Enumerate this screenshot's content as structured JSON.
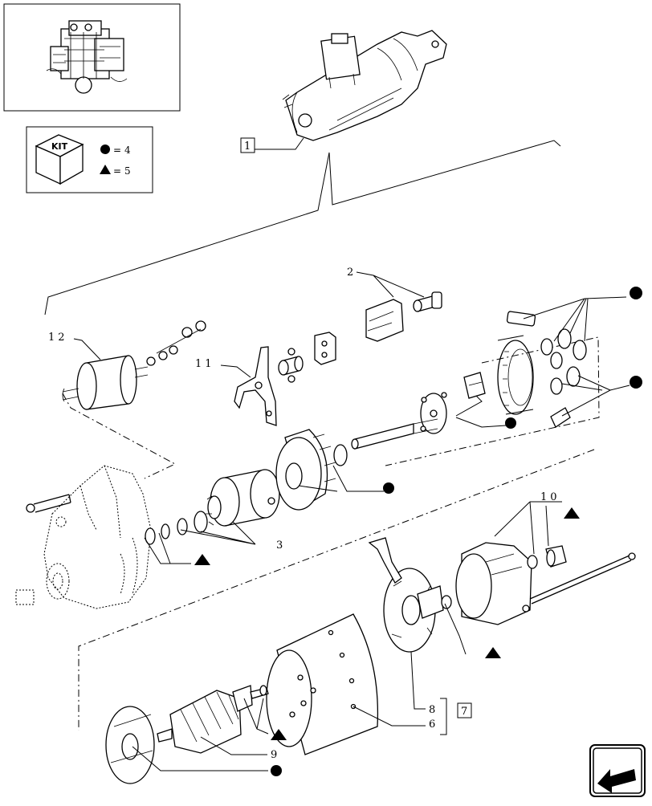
{
  "kit_legend": {
    "kit_label": "KIT",
    "circle_qty": "4",
    "triangle_qty": "5",
    "equals": "="
  },
  "callouts": {
    "c1": "1",
    "c2": "2",
    "c3": "3",
    "c6": "6",
    "c7": "7",
    "c8": "8",
    "c9": "9",
    "c10": "10",
    "c11": "11",
    "c12": "12"
  },
  "icons": {
    "navigation": "arrow-back-icon",
    "kit": "kit-box-icon"
  }
}
